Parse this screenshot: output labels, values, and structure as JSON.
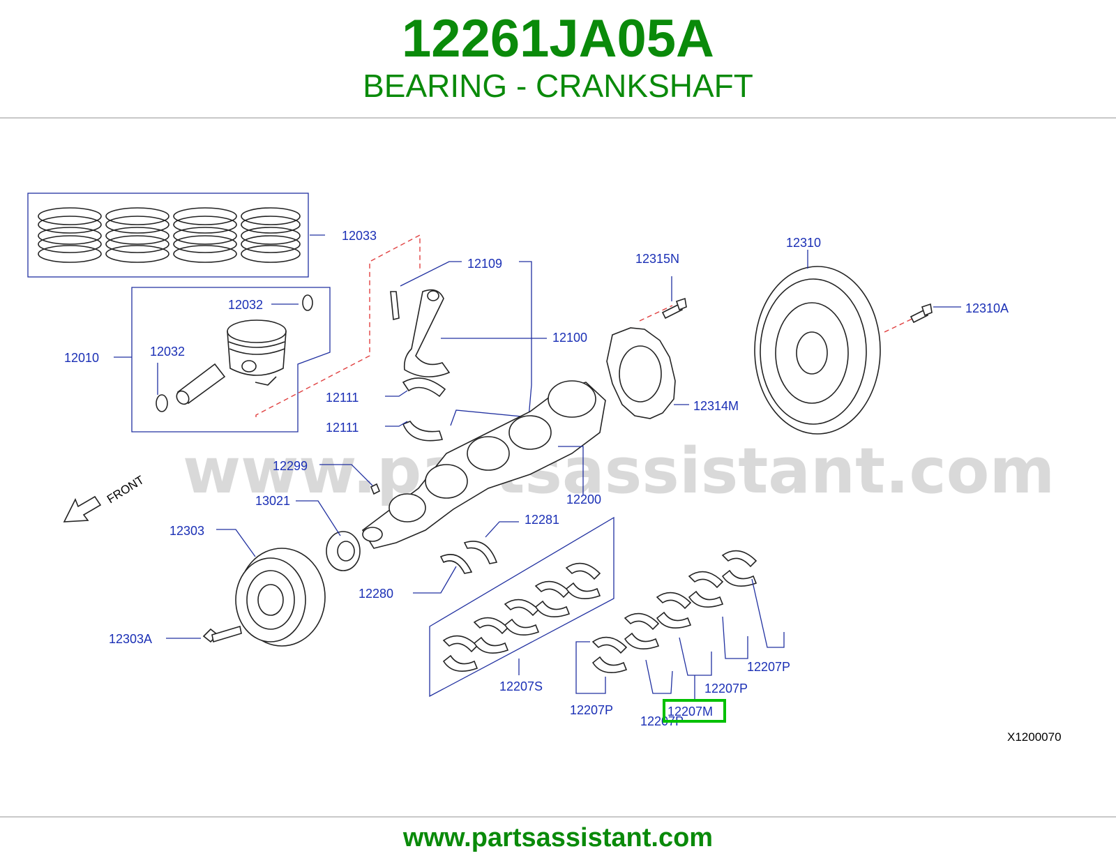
{
  "header": {
    "part_number": "12261JA05A",
    "description": "BEARING - CRANKSHAFT"
  },
  "diagram": {
    "watermark": "www.partsassistant.com",
    "front_label": "FRONT",
    "diagram_code": "X1200070",
    "callouts": {
      "c12033": "12033",
      "c12109": "12109",
      "c12315N": "12315N",
      "c12310": "12310",
      "c12310A": "12310A",
      "c12032a": "12032",
      "c12032b": "12032",
      "c12010": "12010",
      "c12100": "12100",
      "c12111a": "12111",
      "c12111b": "12111",
      "c12314M": "12314M",
      "c12299": "12299",
      "c13021": "13021",
      "c12200": "12200",
      "c12303": "12303",
      "c12281": "12281",
      "c12280": "12280",
      "c12303A": "12303A",
      "c12207S": "12207S",
      "c12207Pa": "12207P",
      "c12207Pb": "12207P",
      "c12207Pc": "12207P",
      "c12207Pd": "12207P",
      "c12207M": "12207M"
    },
    "highlighted_callout": "12207M",
    "highlight_color": "#00c000"
  },
  "footer": {
    "url": "www.partsassistant.com"
  },
  "colors": {
    "brand_green": "#0a8a0a",
    "callout_blue": "#1a2fb5"
  }
}
